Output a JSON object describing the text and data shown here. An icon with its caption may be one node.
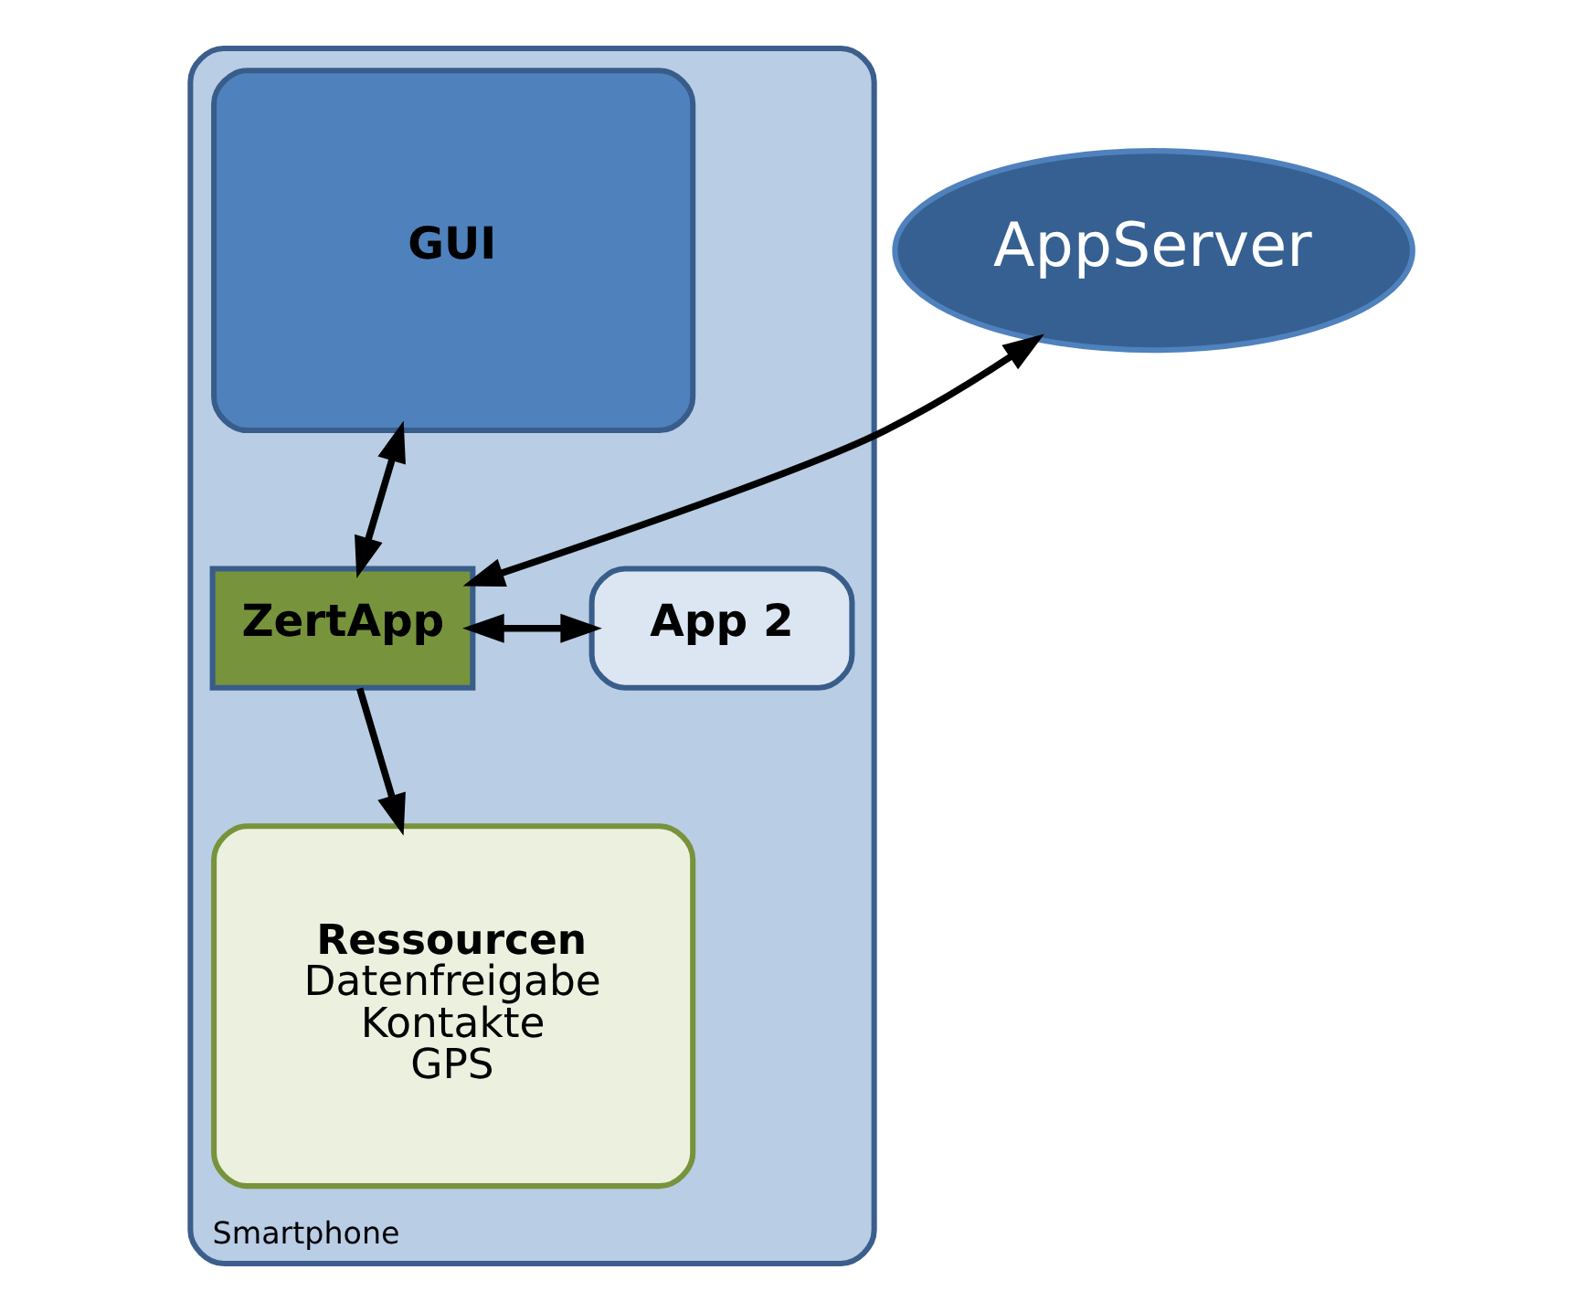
{
  "diagram": {
    "nodes": [
      {
        "text": [
          "Smartphone"
        ]
      },
      {
        "text": [
          "GUI"
        ],
        "in": 0
      },
      {
        "text": [
          "ZertApp"
        ],
        "in": 0
      },
      {
        "text": [
          "App 2"
        ],
        "in": 0
      },
      {
        "text": [
          "Ressourcen",
          "Datenfreigabe",
          "Kontakte",
          "GPS"
        ],
        "in": 0
      },
      {
        "text": [
          "AppServer"
        ]
      }
    ],
    "edges": [
      {
        "from": 1,
        "to": 2,
        "arrow": "both"
      },
      {
        "from": 5,
        "to": 2,
        "arrow": "both"
      },
      {
        "from": 2,
        "to": 3,
        "arrow": "both"
      },
      {
        "from": 2,
        "to": 4,
        "arrow": "to"
      }
    ]
  }
}
